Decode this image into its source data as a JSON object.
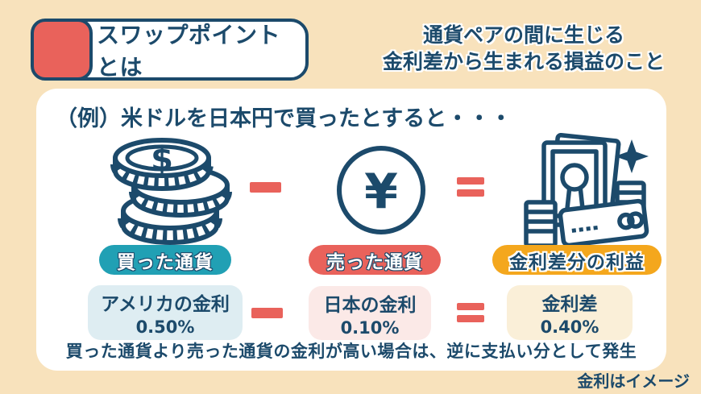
{
  "colors": {
    "background": "#F8E2BC",
    "navy": "#1C4A6B",
    "red": "#E9625B",
    "teal": "#21A0B4",
    "orange": "#F4A71D",
    "light_blue": "#DEEDF2",
    "light_pink": "#FBE9E7",
    "cream": "#FAEFD8"
  },
  "header": {
    "title": "スワップポイントとは",
    "definition_line1": "通貨ペアの間に生じる",
    "definition_line2": "金利差から生まれる損益のこと"
  },
  "card": {
    "example_heading": "（例）米ドルを日本円で買ったとすると・・・",
    "glyphs": {
      "dollar": "$",
      "yen": "¥"
    },
    "columns": [
      {
        "icon": "dollar-coins-icon",
        "badge": "買った通貨",
        "rate_title": "アメリカの金利",
        "rate_value": "0.50%"
      },
      {
        "icon": "yen-circle-icon",
        "badge": "売った通貨",
        "rate_title": "日本の金利",
        "rate_value": "0.10%"
      },
      {
        "icon": "profit-money-icon",
        "badge": "金利差分の利益",
        "rate_title": "金利差",
        "rate_value": "0.40%"
      }
    ],
    "note": "買った通貨より売った通貨の金利が高い場合は、逆に支払い分として発生"
  },
  "footer": {
    "disclaimer": "金利はイメージ"
  }
}
